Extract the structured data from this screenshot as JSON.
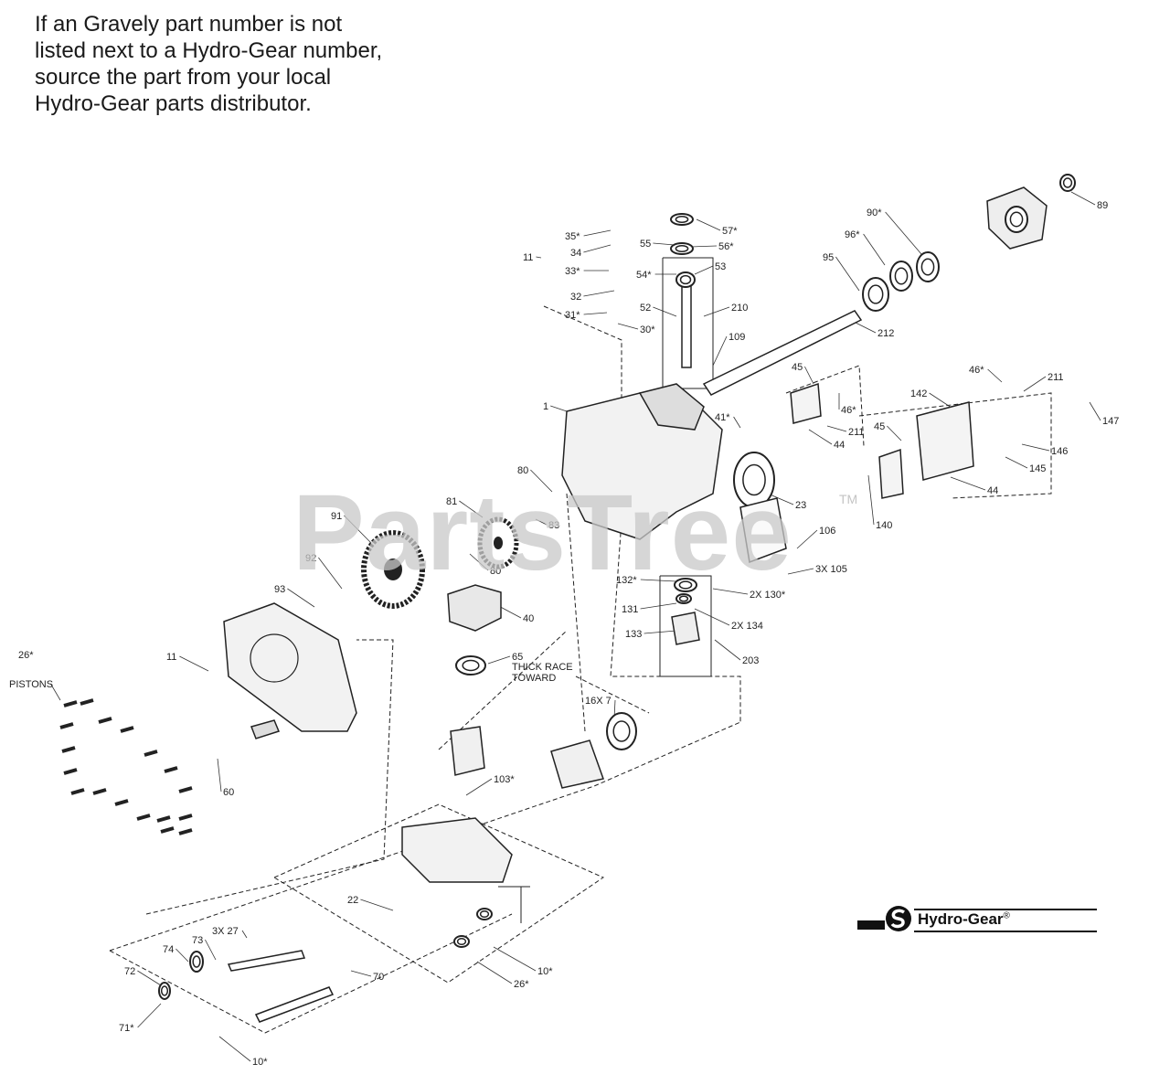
{
  "note": {
    "lines": [
      "If an Gravely part number is not",
      "listed next to a Hydro-Gear number,",
      "source the part from your local",
      "Hydro-Gear parts distributor."
    ]
  },
  "watermark": {
    "text": "PartsTree",
    "trademark": "TM"
  },
  "brand": {
    "name": "Hydro-Gear",
    "registered": "®"
  },
  "callouts": [
    "35*",
    "34",
    "33*",
    "32",
    "31*",
    "30*",
    "11",
    "55",
    "57*",
    "56*",
    "54*",
    "53",
    "52",
    "210",
    "109",
    "212",
    "95",
    "96*",
    "90*",
    "89",
    "1",
    "45",
    "46*",
    "211",
    "44",
    "41*",
    "142",
    "46*",
    "211",
    "45",
    "146",
    "145",
    "44",
    "147",
    "140",
    "23",
    "80",
    "81",
    "83",
    "80",
    "91",
    "92",
    "93",
    "106",
    "3X 105",
    "132*",
    "2X 130*",
    "131",
    "2X 134",
    "133",
    "203",
    "40",
    "11",
    "65",
    "THICK RACE",
    "TOWARD",
    "PISTONS",
    "16X 7",
    "60",
    "103*",
    "22",
    "3X 27",
    "73",
    "74",
    "72",
    "71*",
    "70",
    "10*",
    "10*",
    "26*",
    "26*"
  ]
}
